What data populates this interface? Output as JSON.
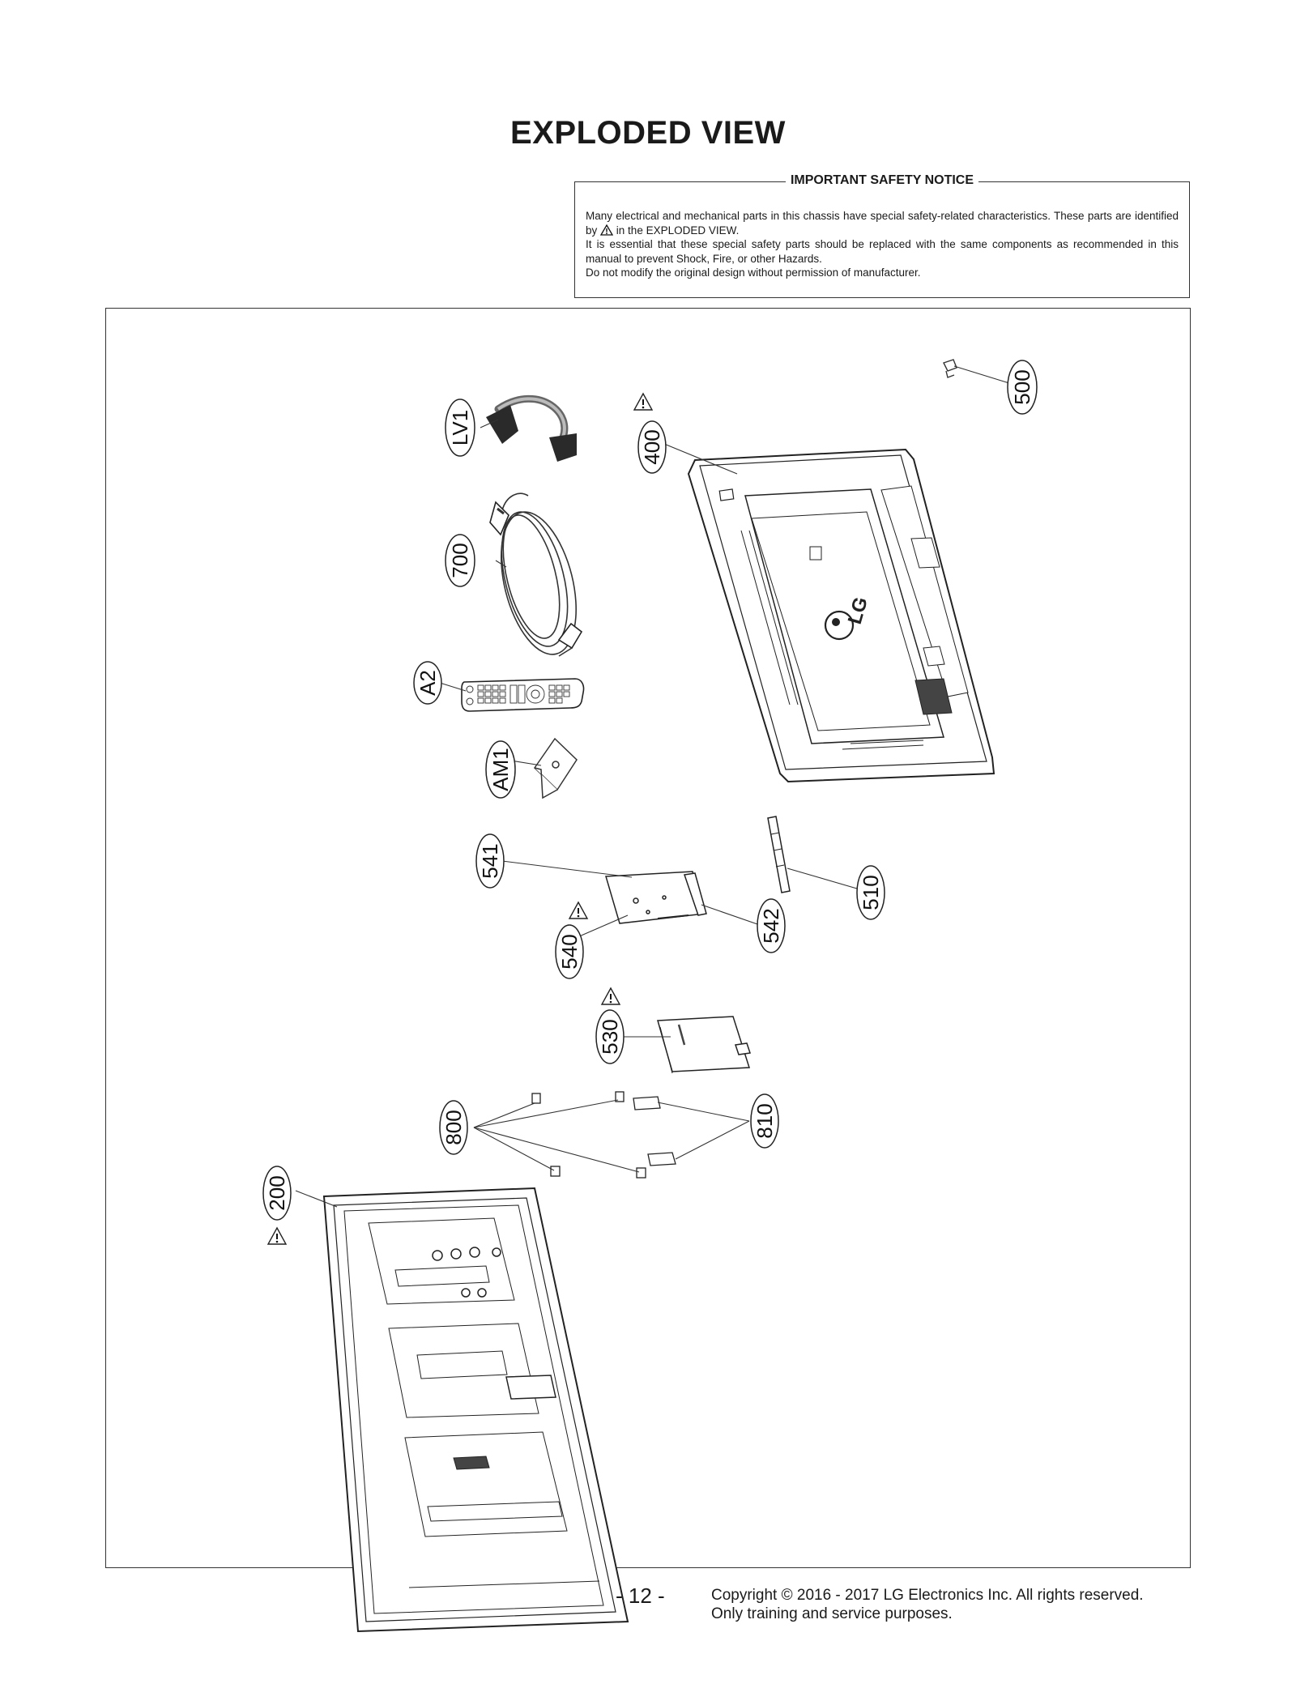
{
  "page": {
    "title": "EXPLODED VIEW",
    "page_number": "- 12 -",
    "copyright": "Copyright © 2016 - 2017 LG Electronics Inc. All rights reserved.",
    "usage": "Only training and service purposes."
  },
  "notice": {
    "title": "IMPORTANT SAFETY NOTICE",
    "line1_a": "Many electrical and mechanical parts in this chassis have special safety-related characteristics. These parts are identified by",
    "line1_b": "in the EXPLODED VIEW.",
    "line2": "It is essential that these special safety parts should be replaced with the same components as recommended in this manual to prevent Shock, Fire, or other Hazards.",
    "line3": "Do not modify the original design without permission of manufacturer."
  },
  "callouts": {
    "lv1": "LV1",
    "p700": "700",
    "a2": "A2",
    "am1": "AM1",
    "p400": "400",
    "p500": "500",
    "p541": "541",
    "p540": "540",
    "p542": "542",
    "p510": "510",
    "p530": "530",
    "p800": "800",
    "p810": "810",
    "p200": "200"
  },
  "logo_text": "LG",
  "safety_marked_parts": [
    "400",
    "540",
    "530",
    "200"
  ]
}
